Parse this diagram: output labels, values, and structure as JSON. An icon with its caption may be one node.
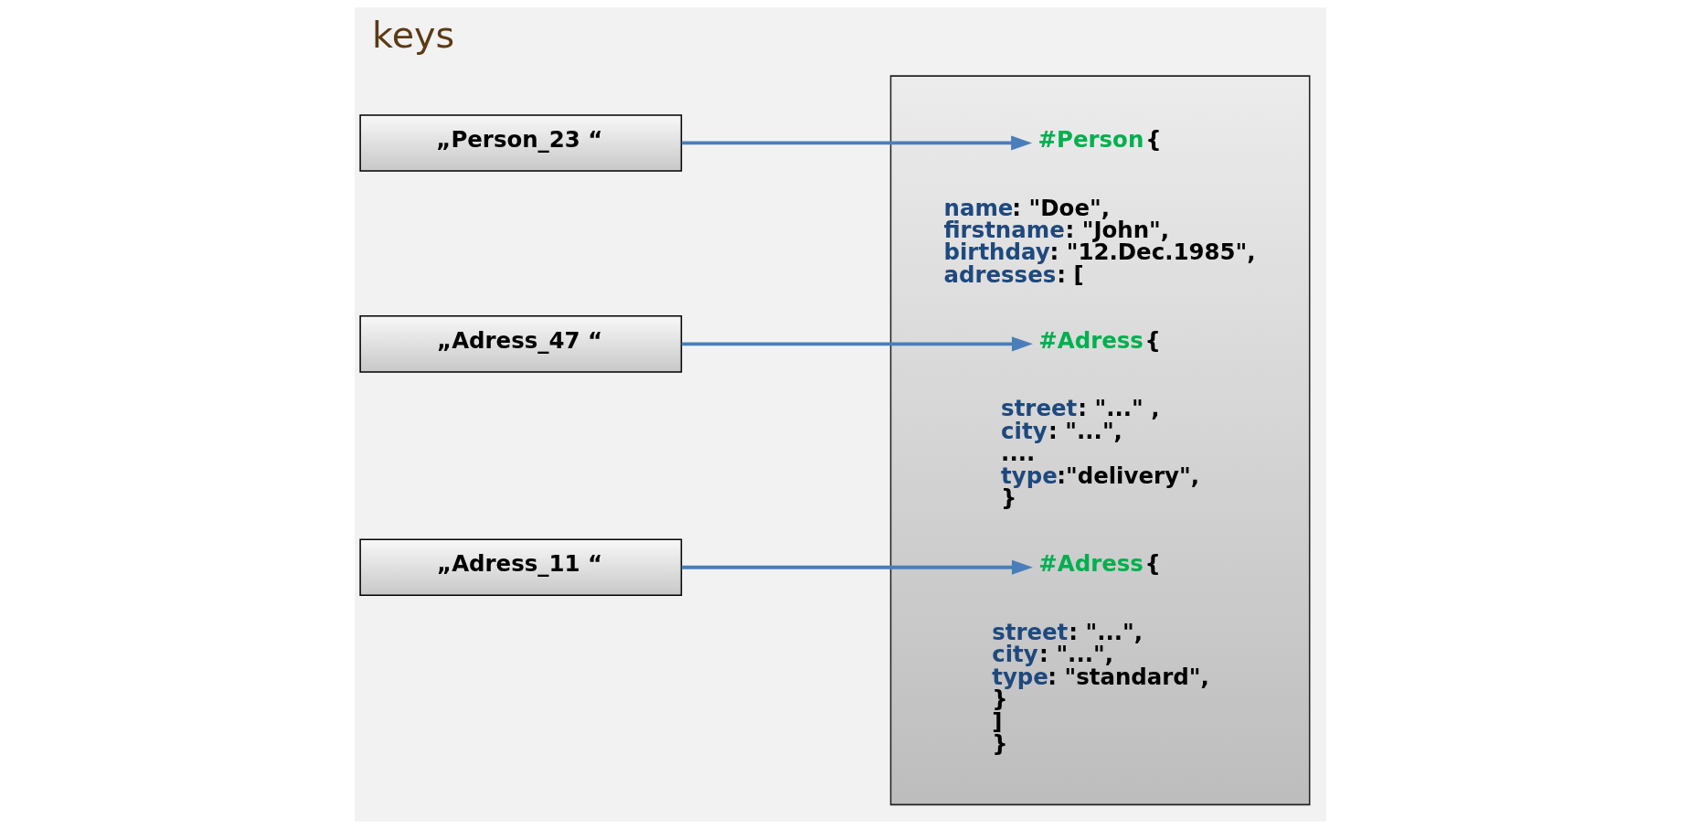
{
  "diagram": {
    "title": "keys",
    "nodes": [
      {
        "text": [
          "„Person_23 “"
        ]
      },
      {
        "text": [
          "„Adress_47 “"
        ]
      },
      {
        "text": [
          "„Adress_11 “"
        ]
      },
      {
        "text": [],
        "shape": "box"
      },
      {
        "text": [
          "#Person{"
        ],
        "in": 3
      },
      {
        "text": [
          "#Adress{"
        ],
        "in": 3
      },
      {
        "text": [
          "#Adress{"
        ],
        "in": 3
      }
    ],
    "edges": [
      {
        "from": 0,
        "to": 4,
        "arrow": "to"
      },
      {
        "from": 1,
        "to": 5,
        "arrow": "to"
      },
      {
        "from": 2,
        "to": 6,
        "arrow": "to"
      }
    ],
    "labels": [
      "name: \"Doe\",",
      "firstname: \"John\",",
      "birthday: \"12.Dec.1985\",",
      "adresses: [",
      "street: \"...\" ,",
      "city: \"...\",",
      "....",
      "type:\"delivery\",",
      "}",
      "street: \"...\",",
      "city: \"...\",",
      "type: \"standard\",",
      "}",
      "]",
      "}"
    ]
  }
}
